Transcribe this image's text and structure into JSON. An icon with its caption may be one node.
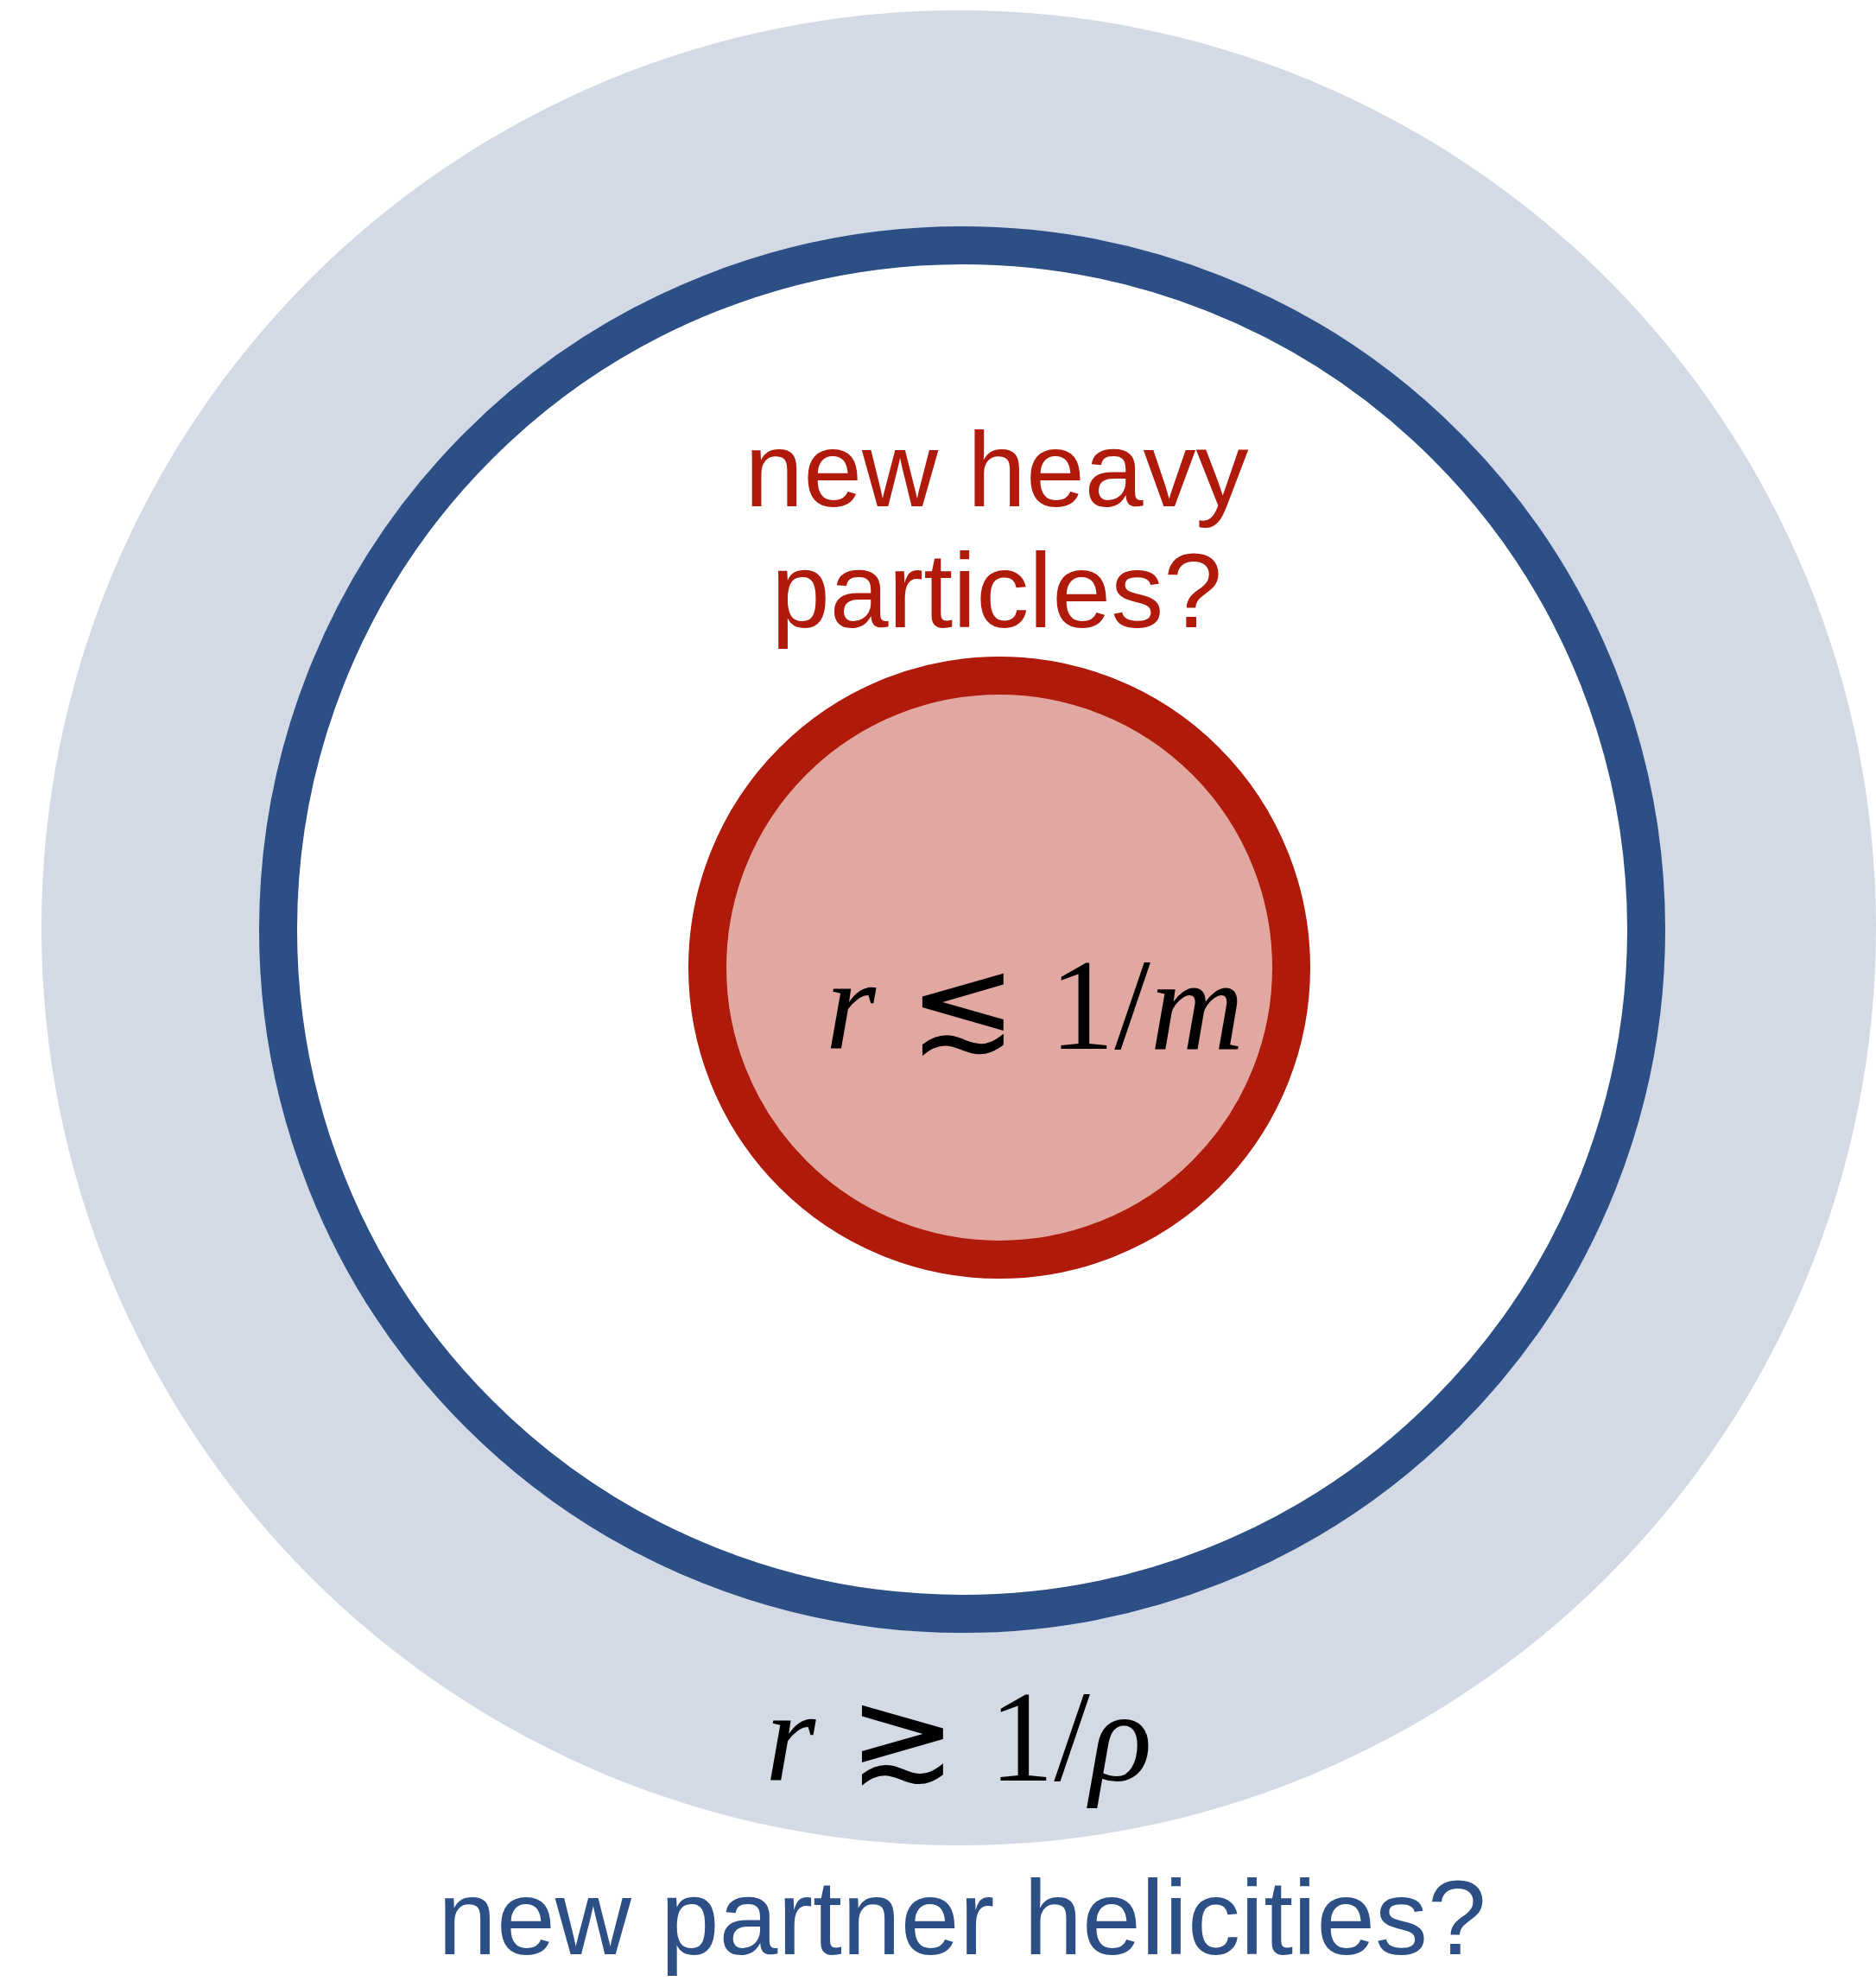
{
  "diagram": {
    "nodes": [
      {
        "text": [
          "*r* ≳ 1/*ρ*"
        ],
        "beside": [
          "new partner helicities?"
        ]
      },
      {
        "text": [
          "new heavy particles?"
        ],
        "in": 0
      },
      {
        "text": [
          "*r* ≲ 1/*m*"
        ],
        "in": 1
      }
    ]
  }
}
